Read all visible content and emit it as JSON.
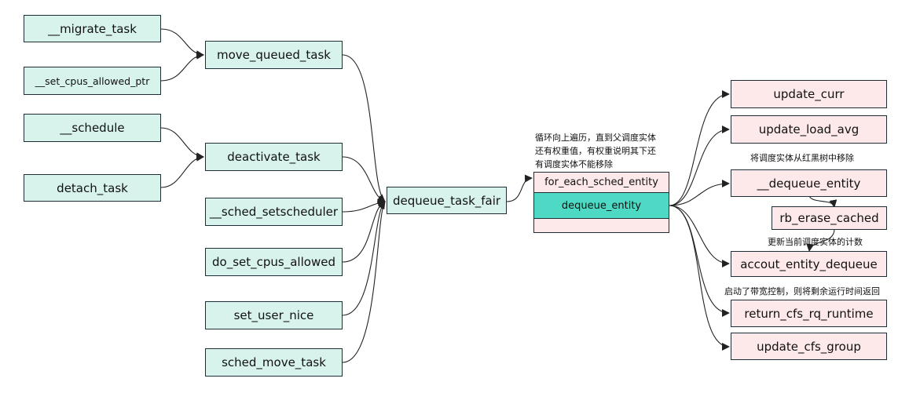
{
  "nodes": {
    "migrate_task": "__migrate_task",
    "set_cpus_allowed_ptr": "__set_cpus_allowed_ptr",
    "schedule": "__schedule",
    "detach_task": "detach_task",
    "move_queued_task": "move_queued_task",
    "deactivate_task": "deactivate_task",
    "sched_setscheduler": "__sched_setscheduler",
    "do_set_cpus_allowed": "do_set_cpus_allowed",
    "set_user_nice": "set_user_nice",
    "sched_move_task": "sched_move_task",
    "dequeue_task_fair": "dequeue_task_fair",
    "for_each_sched_entity": "for_each_sched_entity",
    "dequeue_entity": "dequeue_entity",
    "update_curr": "update_curr",
    "update_load_avg": "update_load_avg",
    "dequeue_entity_inner": "__dequeue_entity",
    "rb_erase_cached": "rb_erase_cached",
    "accout_entity_dequeue": "accout_entity_dequeue",
    "return_cfs_rq_runtime": "return_cfs_rq_runtime",
    "update_cfs_group": "update_cfs_group"
  },
  "notes": {
    "loop_line1": "循环向上遍历，直到父调度实体",
    "loop_line2": "还有权重值，有权重说明其下还",
    "loop_line3": "有调度实体不能移除",
    "remove_rbtree": "将调度实体从红黑树中移除",
    "update_count": "更新当前调度实体的计数",
    "bandwidth": "启动了带宽控制，则将剩余运行时间返回"
  },
  "colors": {
    "caller_fill": "#d8f3ec",
    "callee_fill": "#fde9ea",
    "highlight_fill": "#4dd9c3",
    "border": "#1f2d36",
    "edge": "#222222"
  }
}
